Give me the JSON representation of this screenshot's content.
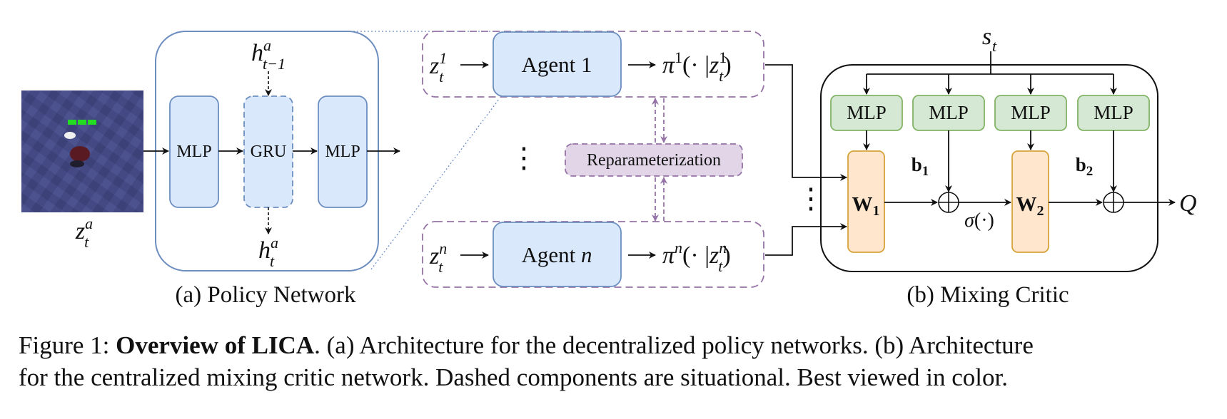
{
  "policy_network": {
    "input_label": "z_t^a",
    "h_prev_label": "h_{t-1}^a",
    "h_next_label": "h_t^a",
    "modules": [
      "MLP",
      "GRU",
      "MLP"
    ],
    "subcaption": "(a) Policy Network"
  },
  "agents": {
    "agent1": {
      "input": "z_t^1",
      "label": "Agent 1",
      "output": "π^1(·|z_t^1)"
    },
    "agentn": {
      "input": "z_t^n",
      "label": "Agent n",
      "output": "π^n(·|z_t^n)"
    },
    "ellipsis": "⋮",
    "reparam": "Reparameterization"
  },
  "mixing_critic": {
    "state_label": "s_t",
    "mlps": [
      "MLP",
      "MLP",
      "MLP",
      "MLP"
    ],
    "w1": "W1",
    "w2": "W2",
    "b1": "b1",
    "b2": "b2",
    "sigma": "σ(·)",
    "output": "Q",
    "ellipsis": "⋮",
    "subcaption": "(b) Mixing Critic"
  },
  "caption": {
    "prefix": "Figure 1: ",
    "bold": "Overview of LICA",
    "line1_rest": ". (a) Architecture for the decentralized policy networks. (b) Architecture",
    "line2": "for the centralized mixing critic network. Dashed components are situational. Best viewed in color."
  },
  "colors": {
    "blue_fill": "#dae8fc",
    "blue_stroke": "#6c8ebf",
    "green_fill": "#d5e8d4",
    "green_stroke": "#82b366",
    "orange_fill": "#ffe6cc",
    "orange_stroke": "#d6a33a",
    "purple_fill": "#e1d5e7",
    "purple_stroke": "#9673a6"
  }
}
